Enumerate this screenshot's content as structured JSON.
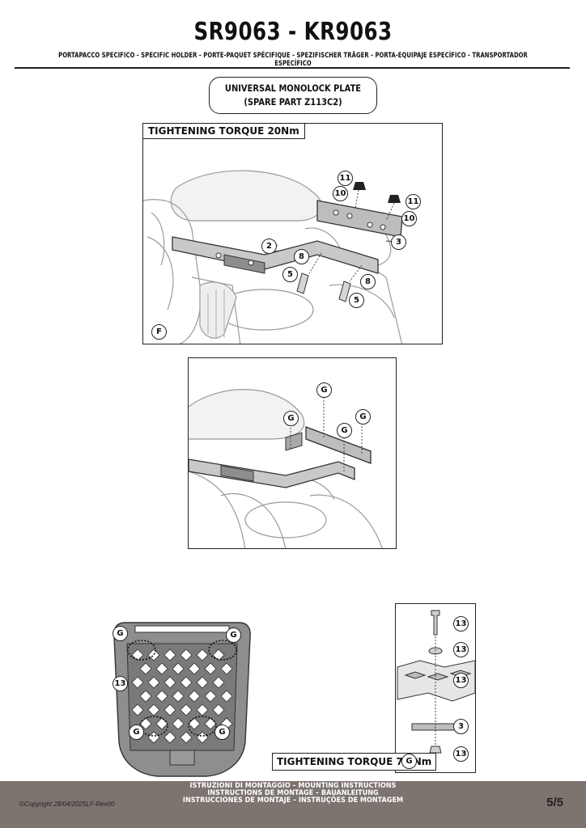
{
  "header": {
    "title": "SR9063 - KR9063",
    "subtitle": "PORTAPACCO SPECIFICO - SPECIFIC HOLDER - PORTE-PAQUET SPÉCIFIQUE - SPEZIFISCHER TRÄGER - PORTA-EQUIPAJE ESPECÍFICO - TRANSPORTADOR ESPECÍFICO"
  },
  "plate_note": {
    "line1": "UNIVERSAL MONOLOCK PLATE",
    "line2": "(SPARE PART Z113C2)"
  },
  "figure1": {
    "torque_label": "TIGHTENING TORQUE 20Nm",
    "callouts": [
      "11",
      "10",
      "11",
      "10",
      "2",
      "3",
      "8",
      "5",
      "8",
      "5",
      "F"
    ]
  },
  "figure2": {
    "callouts": [
      "G",
      "G",
      "G",
      "G"
    ]
  },
  "figure3": {
    "callouts": [
      "G",
      "G",
      "13",
      "G",
      "G"
    ]
  },
  "figure4": {
    "torque_label": "TIGHTENING TORQUE 7,5Nm",
    "callouts": [
      "13",
      "13",
      "13",
      "3",
      "13"
    ],
    "g_label": "G"
  },
  "footer": {
    "line1": "ISTRUZIONI DI MONTAGGIO  –  MOUNTING INSTRUCTIONS",
    "line2": "INSTRUCTIONS DE MONTAGE – BAUANLEITUNG",
    "line3": "INSTRUCCIONES DE MONTAJE – INSTRUÇÕES DE MONTAGEM",
    "copyright": "©Copyright 28/04/2025LF-Rev00",
    "page": "5/5"
  }
}
